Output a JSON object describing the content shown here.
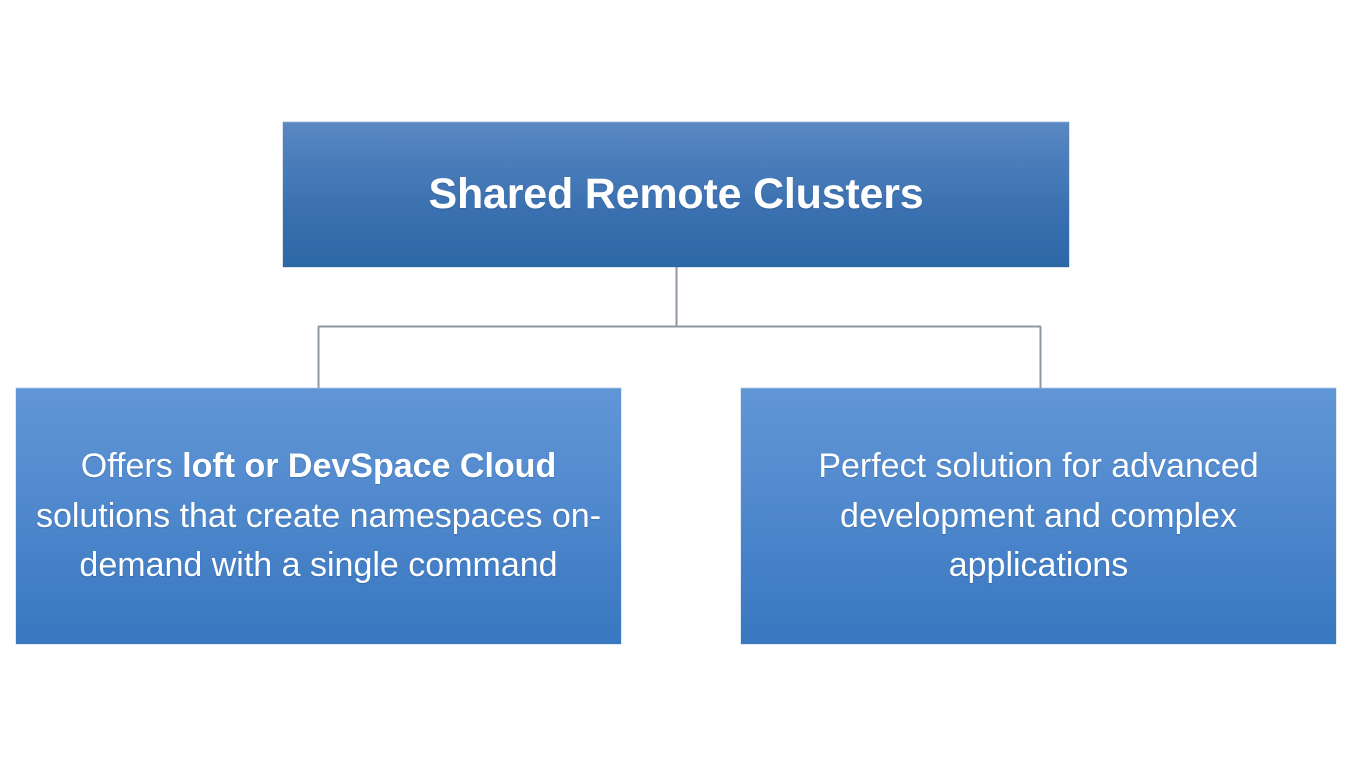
{
  "diagram": {
    "type": "hierarchy",
    "title": "Shared Remote Clusters",
    "background_color": "#ffffff",
    "connector_color": "#8d98a3"
  },
  "root": {
    "label": "Shared Remote Clusters",
    "fill_top": "#5a88c2",
    "fill_bottom": "#2c67a6",
    "text_color": "#ffffff"
  },
  "children": [
    {
      "id": "left",
      "text_lines": [
        "Offers loft or DevSpace Cloud",
        "solutions that create",
        "namespaces on-demand with a",
        "single command"
      ],
      "text_prefix": "Offers ",
      "text_bold": "loft or DevSpace Cloud",
      "text_suffix": " solutions that create namespaces on-demand with a single command",
      "fill_top": "#6096d6",
      "fill_bottom": "#3878c0",
      "text_color": "#ffffff"
    },
    {
      "id": "right",
      "text_lines": [
        "Perfect solution for advanced",
        "development and complex",
        "applications"
      ],
      "text": "Perfect solution for advanced development and complex applications",
      "fill_top": "#6096d6",
      "fill_bottom": "#3878c0",
      "text_color": "#ffffff"
    }
  ]
}
